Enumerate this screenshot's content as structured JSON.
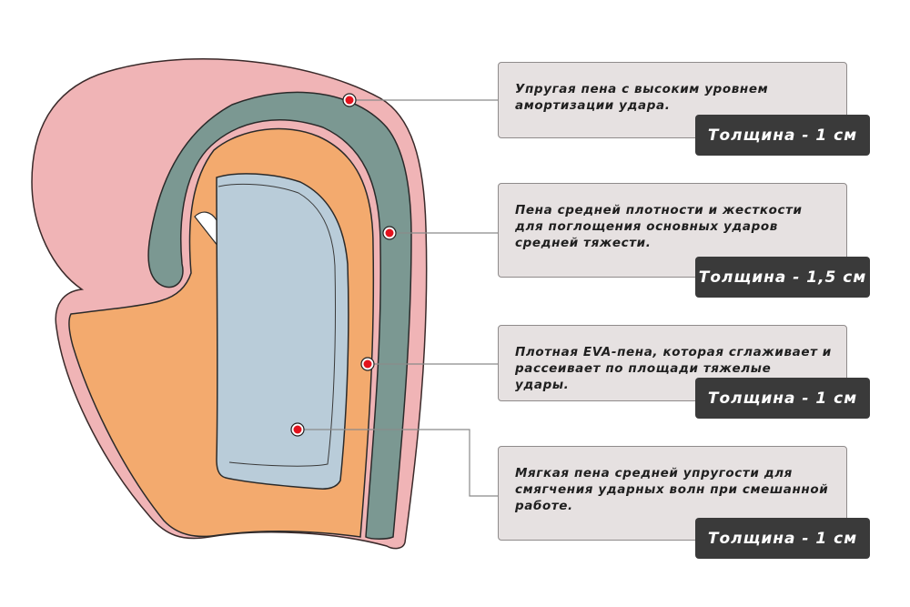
{
  "colors": {
    "outer_foam": "#f0b4b6",
    "middle_foam": "#7b9892",
    "eva_foam": "#f3aa6e",
    "inner_foam": "#b9ccd9",
    "callout_bg": "#e6e1e1",
    "badge_bg": "#3a3a3a",
    "marker": "#e3111c"
  },
  "layers": [
    {
      "description": "Упругая пена с высоким уровнем\nамортизации удара.",
      "thickness": "Толщина - 1 см"
    },
    {
      "description": "Пена средней плотности и жесткости\nдля поглощения основных ударов\nсредней тяжести.",
      "thickness": "Толщина - 1,5 см"
    },
    {
      "description": "Плотная EVA-пена, которая сглаживает и\nрассеивает по площади тяжелые\nудары.",
      "thickness": "Толщина - 1 см"
    },
    {
      "description": "Мягкая пена средней упругости для\nсмягчения ударных волн при смешанной\nработе.",
      "thickness": "Толщина - 1 см"
    }
  ]
}
